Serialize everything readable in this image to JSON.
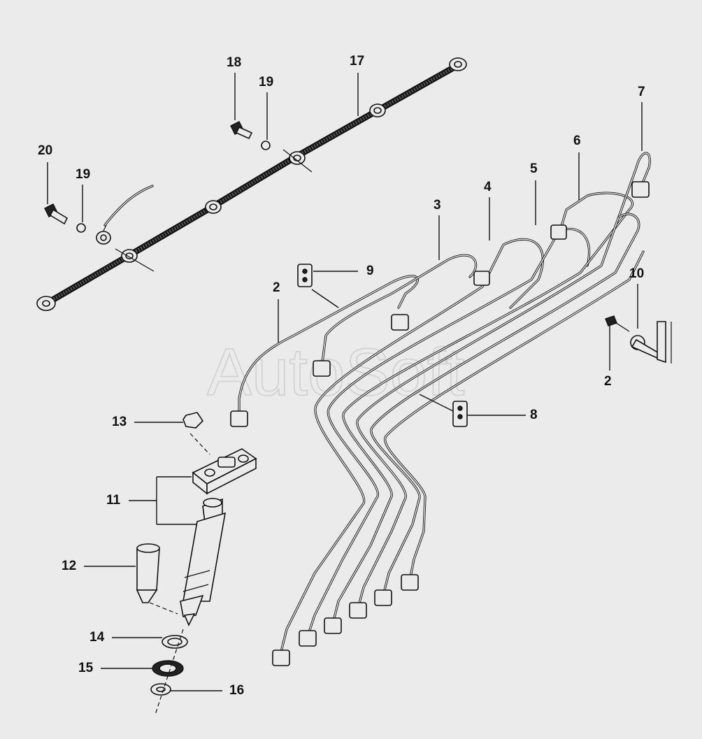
{
  "watermark": "AutoSoft",
  "callouts": {
    "c18": "18",
    "c19a": "19",
    "c17": "17",
    "c20": "20",
    "c19b": "19",
    "c7": "7",
    "c6": "6",
    "c5": "5",
    "c4": "4",
    "c3": "3",
    "c9": "9",
    "c2a": "2",
    "c10": "10",
    "c2b": "2",
    "c8": "8",
    "c13": "13",
    "c11": "11",
    "c12": "12",
    "c14": "14",
    "c15": "15",
    "c16": "16"
  }
}
